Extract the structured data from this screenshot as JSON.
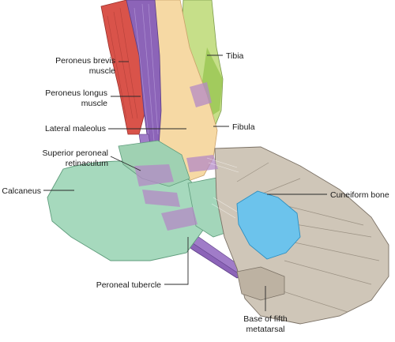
{
  "labels": {
    "tibia": "Tibia",
    "peroneus_brevis_1": "Peroneus brevis",
    "peroneus_brevis_2": "muscle",
    "peroneus_longus_1": "Peroneus longus",
    "peroneus_longus_2": "muscle",
    "lateral_malleolus": "Lateral maleolus",
    "fibula": "Fibula",
    "superior_retinaculum_1": "Superior peroneal",
    "superior_retinaculum_2": "retinaculum",
    "calcaneus": "Calcaneus",
    "cuneiform": "Cuneiform bone",
    "peroneal_tubercle": "Peroneal tubercle",
    "fifth_metatarsal_1": "Base of fifth",
    "fifth_metatarsal_2": "metatarsal"
  },
  "colors": {
    "tibia": "#b5d66e",
    "fibula": "#f6d9a4",
    "peroneus_brevis": "#d9534a",
    "peroneus_longus": "#8c64b8",
    "retinaculum": "#b48ac6",
    "calcaneus": "#a6d9bd",
    "cuneiform": "#6cc3ec",
    "foot_bones": "#cfc6b8",
    "outline": "#6a6a6a"
  }
}
